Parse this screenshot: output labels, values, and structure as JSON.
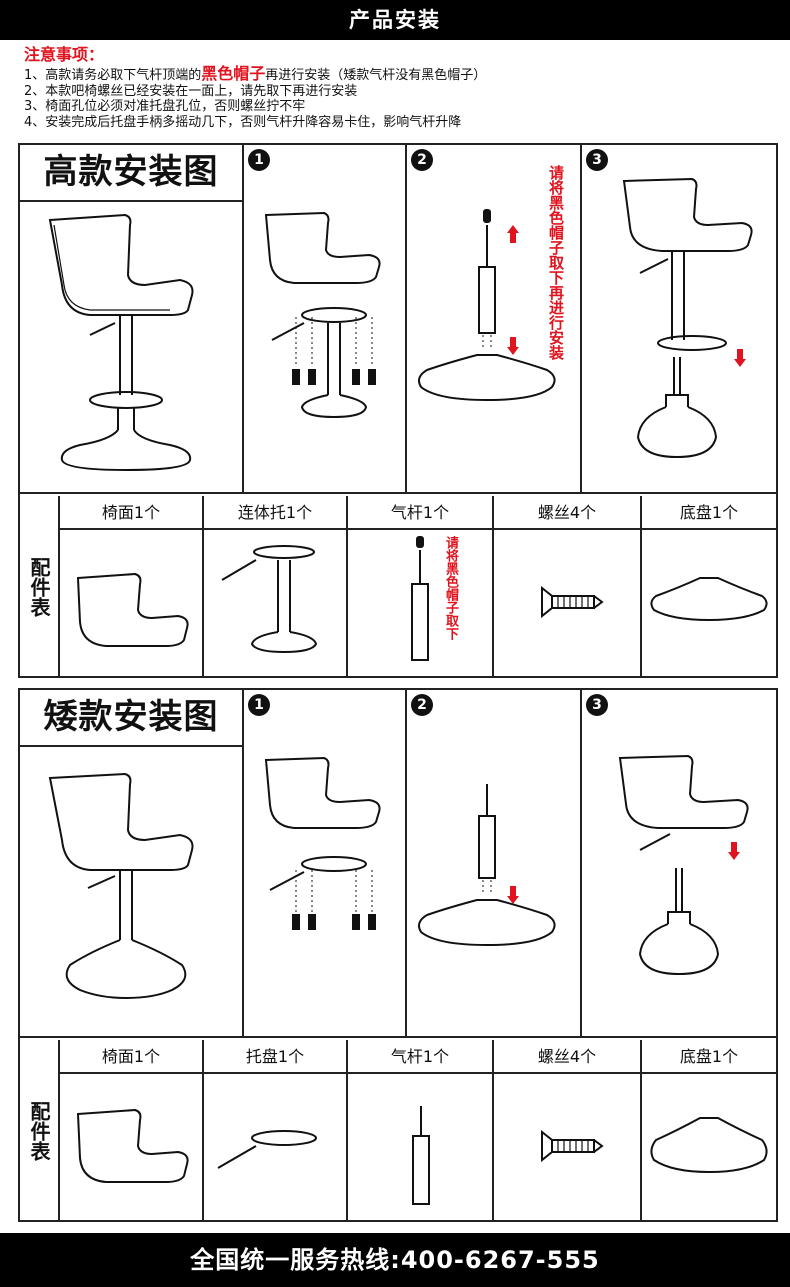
{
  "header": {
    "title": "产品安装"
  },
  "notes": {
    "title": "注意事项：",
    "item1_prefix": "1、高款请务必取下气杆顶端的",
    "item1_highlight": "黑色帽子",
    "item1_suffix": "再进行安装（矮款气杆没有黑色帽子）",
    "item2": "2、本款吧椅螺丝已经安装在一面上，请先取下再进行安装",
    "item3": "3、椅面孔位必须对准托盘孔位，否则螺丝拧不牢",
    "item4": "4、安装完成后托盘手柄多摇动几下，否则气杆升降容易卡住，影响气杆升降"
  },
  "high": {
    "title": "高款安装图",
    "steps": [
      "1",
      "2",
      "3"
    ],
    "step2_note": "请将黑色帽子取下再进行安装",
    "parts_label": "配件表",
    "parts": [
      "椅面1个",
      "连体托1个",
      "气杆1个",
      "螺丝4个",
      "底盘1个"
    ],
    "rod_note": "请将黑色帽子取下"
  },
  "low": {
    "title": "矮款安装图",
    "steps": [
      "1",
      "2",
      "3"
    ],
    "parts_label": "配件表",
    "parts": [
      "椅面1个",
      "托盘1个",
      "气杆1个",
      "螺丝4个",
      "底盘1个"
    ]
  },
  "footer": {
    "hotline": "全国统一服务热线:400-6267-555"
  },
  "colors": {
    "accent_red": "#e0141e",
    "bar_black": "#000000"
  }
}
